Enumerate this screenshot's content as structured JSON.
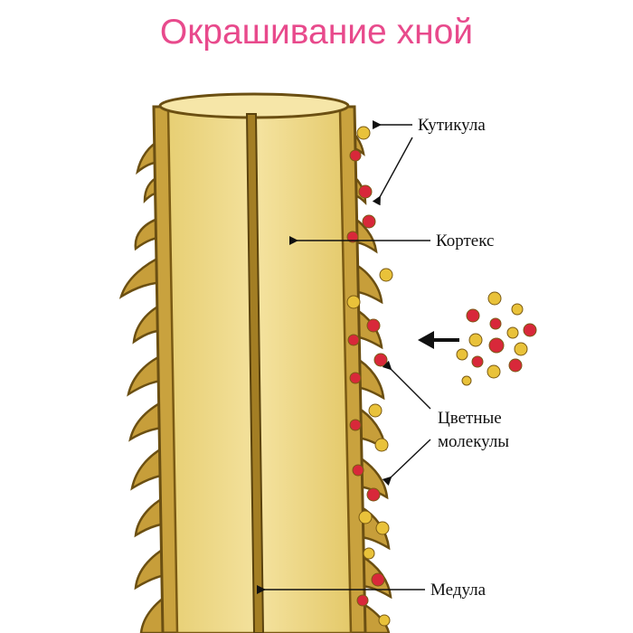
{
  "title": "Окрашивание хной",
  "labels": {
    "cuticle": "Кутикула",
    "cortex": "Кортекс",
    "molecules_line1": "Цветные",
    "molecules_line2": "молекулы",
    "medulla": "Медула"
  },
  "colors": {
    "title": "#e84a8c",
    "shaft_fill": "#f1dc8e",
    "shaft_dark": "#b08a2e",
    "scale_fill": "#c79e3a",
    "outline": "#6b4f12",
    "red_molecule": "#d8283a",
    "yellow_molecule": "#e9c23a"
  }
}
